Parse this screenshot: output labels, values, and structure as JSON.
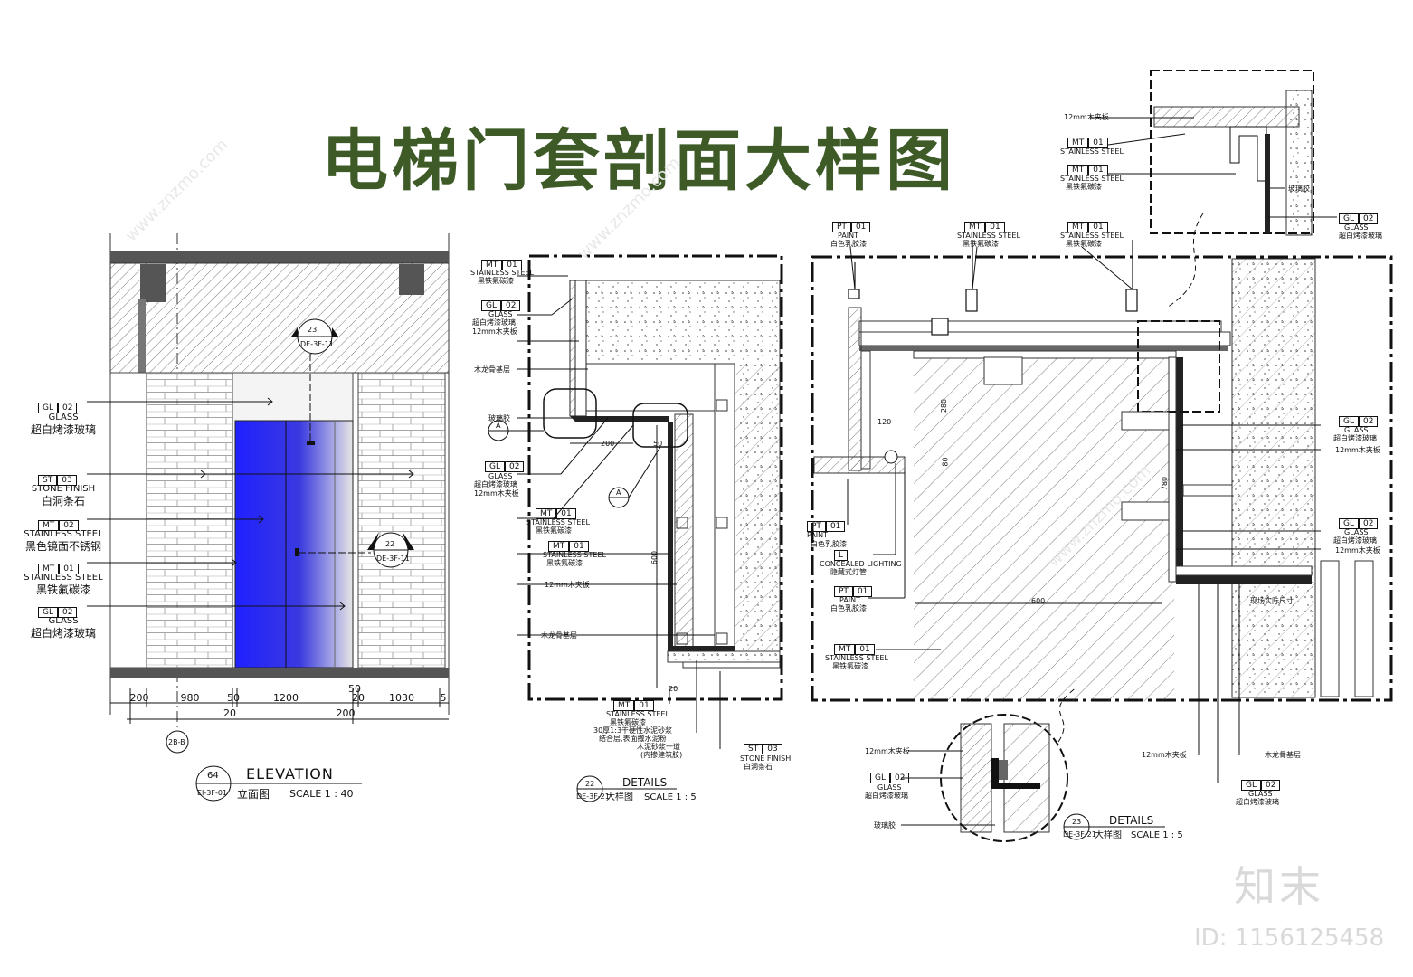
{
  "title": "电梯门套剖面大样图",
  "elevation": {
    "callouts": [
      {
        "code": "GL",
        "num": "02",
        "en": "GLASS",
        "cn": "超白烤漆玻璃"
      },
      {
        "code": "ST",
        "num": "03",
        "en": "STONE FINISH",
        "cn": "白洞条石"
      },
      {
        "code": "MT",
        "num": "02",
        "en": "STAINLESS STEEL",
        "cn": "黑色镜面不锈钢"
      },
      {
        "code": "MT",
        "num": "01",
        "en": "STAINLESS STEEL",
        "cn": "黑铁氟碳漆"
      },
      {
        "code": "GL",
        "num": "02",
        "en": "GLASS",
        "cn": "超白烤漆玻璃"
      }
    ],
    "section_marks": [
      {
        "num": "23",
        "ref": "DE-3F-11"
      },
      {
        "num": "22",
        "ref": "DE-3F-11"
      }
    ],
    "dims_row1": [
      "200",
      "980",
      "50",
      "1200",
      "50",
      "20",
      "1030",
      "5"
    ],
    "dims_row2": [
      "20",
      "200"
    ],
    "grid_ref": "2B-B",
    "block": {
      "num": "64",
      "ref": "EI-3F-01",
      "title": "ELEVATION",
      "cn": "立面图",
      "scale": "SCALE 1 : 40"
    }
  },
  "detail22": {
    "left_callouts": [
      {
        "code": "MT",
        "num": "01",
        "en": "STAINLESS STEEL",
        "cn": "黑铁氟碳漆"
      },
      {
        "code": "GL",
        "num": "02",
        "en": "GLASS",
        "cn": "超白烤漆玻璃"
      },
      {
        "text": "12mm木夹板"
      },
      {
        "text": "木龙骨基层"
      },
      {
        "text": "玻璃胶"
      },
      {
        "code": "GL",
        "num": "02",
        "en": "GLASS",
        "cn": "超白烤漆玻璃"
      },
      {
        "text": "12mm木夹板"
      },
      {
        "code": "MT",
        "num": "01",
        "en": "STAINLESS STEEL",
        "cn": "黑铁氟碳漆"
      },
      {
        "code": "MT",
        "num": "01",
        "en": "STAINLESS STEEL",
        "cn": "黑铁氟碳漆"
      },
      {
        "text": "12mm木夹板"
      },
      {
        "text": "木龙骨基层"
      }
    ],
    "bottom_callout": {
      "code": "MT",
      "num": "01",
      "en": "STAINLESS STEEL",
      "cn": "黑铁氟碳漆"
    },
    "bottom_notes": [
      "30厚1:3干硬性水泥砂浆",
      "结合层,表面撒水泥粉",
      "木泥砂浆一道",
      "(内掺建筑胶)"
    ],
    "stone_callout": {
      "code": "ST",
      "num": "03",
      "en": "STONE FINISH",
      "cn": "白洞条石"
    },
    "dims": [
      "200",
      "50",
      "600",
      "20"
    ],
    "marker": "A",
    "block": {
      "num": "22",
      "ref": "DE-3F-21",
      "title": "DETAILS",
      "cn": "大样图",
      "scale": "SCALE 1 : 5"
    }
  },
  "detail23": {
    "top_callouts": [
      {
        "code": "PT",
        "num": "01",
        "en": "PAINT",
        "cn": "白色乳胶漆"
      },
      {
        "code": "MT",
        "num": "01",
        "en": "STAINLESS STEEL",
        "cn": "黑铁氟碳漆"
      },
      {
        "code": "MT",
        "num": "01",
        "en": "STAINLESS STEEL",
        "cn": "黑铁氟碳漆"
      }
    ],
    "inset_callouts": [
      {
        "text": "12mm木夹板"
      },
      {
        "code": "MT",
        "num": "01",
        "en": "STAINLESS STEEL",
        "cn": "黑铁氟碳漆"
      },
      {
        "code": "MT",
        "num": "01",
        "en": "STAINLESS STEEL",
        "cn": "黑铁氟碳漆"
      },
      {
        "text": "玻璃胶"
      },
      {
        "code": "GL",
        "num": "02",
        "en": "GLASS",
        "cn": "超白烤漆玻璃"
      }
    ],
    "right_callouts": [
      {
        "code": "GL",
        "num": "02",
        "en": "GLASS",
        "cn": "超白烤漆玻璃"
      },
      {
        "text": "12mm木夹板"
      },
      {
        "code": "GL",
        "num": "02",
        "en": "GLASS",
        "cn": "超白烤漆玻璃"
      },
      {
        "text": "12mm木夹板"
      }
    ],
    "left_callouts": [
      {
        "code": "PT",
        "num": "01",
        "en": "PAINT",
        "cn": "白色乳胶漆"
      },
      {
        "code": "L",
        "num": "",
        "en": "CONCEALED LIGHTING",
        "cn": "隐藏式灯管"
      },
      {
        "code": "PT",
        "num": "01",
        "en": "PAINT",
        "cn": "白色乳胶漆"
      },
      {
        "code": "MT",
        "num": "01",
        "en": "STAINLESS STEEL",
        "cn": "黑铁氟碳漆"
      }
    ],
    "bottom_callouts": [
      {
        "text": "12mm木夹板"
      },
      {
        "code": "GL",
        "num": "02",
        "en": "GLASS",
        "cn": "超白烤漆玻璃"
      },
      {
        "text": "玻璃胶"
      },
      {
        "text": "12mm木夹板"
      },
      {
        "text": "木龙骨基层"
      },
      {
        "code": "GL",
        "num": "02",
        "en": "GLASS",
        "cn": "超白烤漆玻璃"
      }
    ],
    "dims": [
      "120",
      "280",
      "80",
      "600",
      "780"
    ],
    "note": "现场实际尺寸",
    "block": {
      "num": "23",
      "ref": "DE-3F-21",
      "title": "DETAILS",
      "cn": "大样图",
      "scale": "SCALE 1 : 5"
    }
  },
  "watermark": {
    "logo": "知末",
    "id": "ID: 1156125458",
    "url": "www.znzmo.com"
  }
}
